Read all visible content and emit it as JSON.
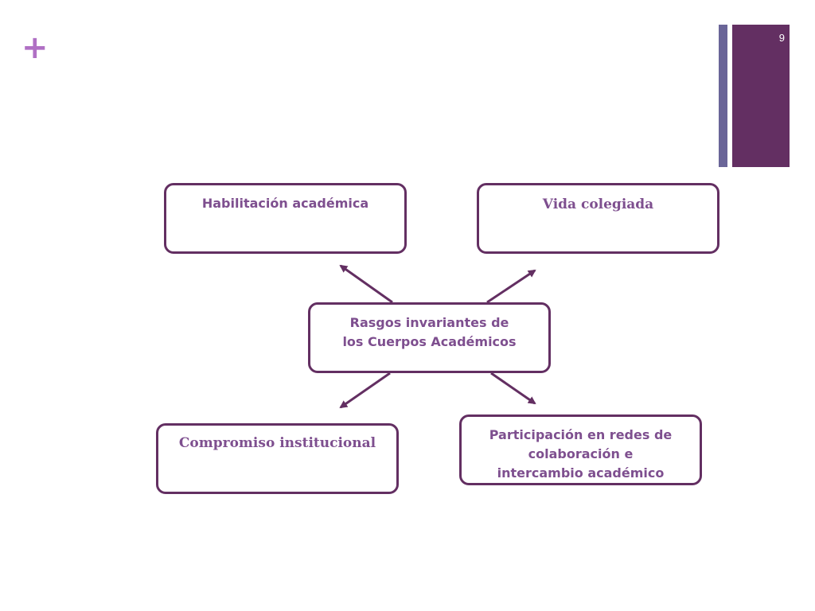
{
  "slide": {
    "number": "9",
    "plus_symbol": "+",
    "accent_color": "#632f62",
    "bar_color": "#6a6598",
    "plus_color": "#b070c4",
    "text_color": "#7e4f8f"
  },
  "diagram": {
    "center": "Rasgos invariantes de los Cuerpos Académicos",
    "top_left": "Habilitación académica",
    "top_right": "Vida colegiada",
    "bottom_left": "Compromiso institucional",
    "bottom_right": "Participación en redes de colaboración e intercambio académico"
  }
}
